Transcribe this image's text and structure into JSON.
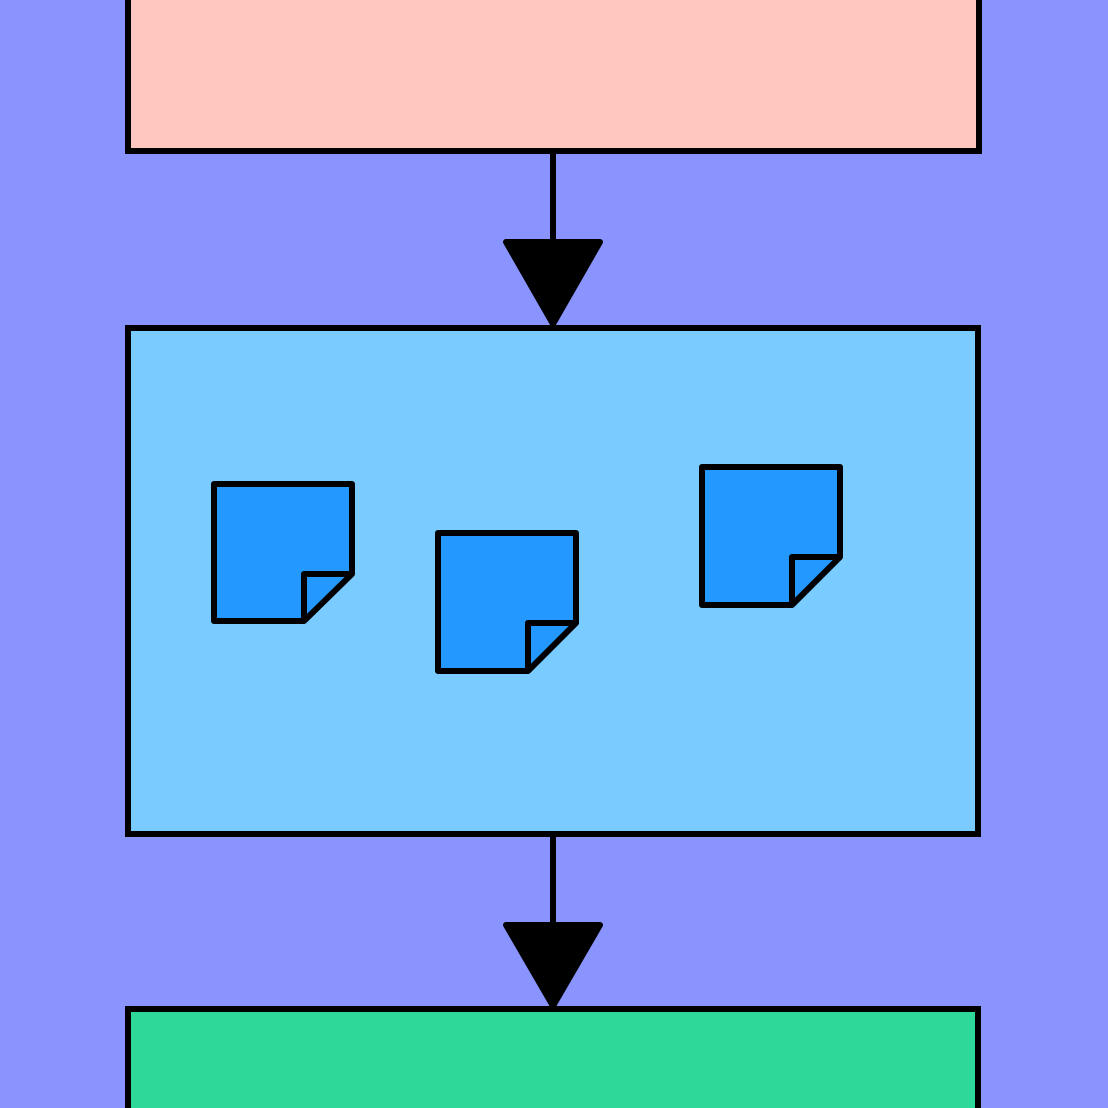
{
  "colors": {
    "background": "#8a94ff",
    "top_box": "#ffc7c0",
    "middle_box": "#7acbff",
    "bottom_box": "#2ed898",
    "note_fill": "#2398ff",
    "stroke": "#000000"
  },
  "diagram": {
    "nodes": [
      {
        "id": "top",
        "label": ""
      },
      {
        "id": "middle",
        "label": "",
        "contents": [
          "sticky-note-icon",
          "sticky-note-icon",
          "sticky-note-icon"
        ]
      },
      {
        "id": "bottom",
        "label": ""
      }
    ],
    "edges": [
      {
        "from": "top",
        "to": "middle"
      },
      {
        "from": "middle",
        "to": "bottom"
      }
    ]
  }
}
